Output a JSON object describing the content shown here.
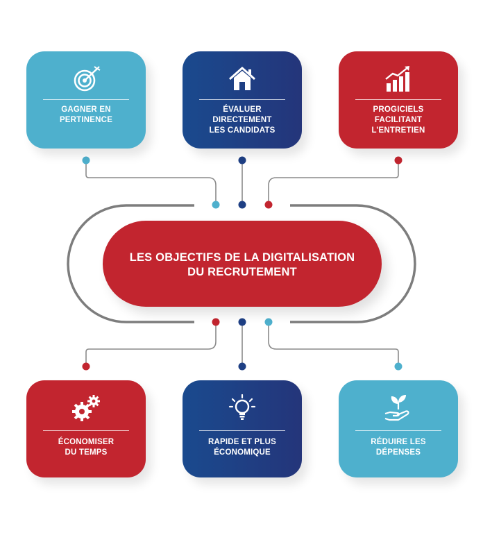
{
  "title": "LES OBJECTIFS DE LA DIGITALISATION\nDU RECRUTEMENT",
  "colors": {
    "red": "#c2252f",
    "navy": "#1e3f84",
    "teal": "#4eb0cd",
    "connector": "#8a8a8a"
  },
  "objectives_top": [
    {
      "label": "GAGNER EN\nPERTINENCE",
      "icon": "target-icon",
      "color": "#4eb0cd"
    },
    {
      "label": "ÉVALUER\nDIRECTEMENT\nLES CANDIDATS",
      "icon": "house-icon",
      "color": "#1e3f84"
    },
    {
      "label": "PROGICIELS\nFACILITANT\nL’ENTRETIEN",
      "icon": "growth-chart-icon",
      "color": "#c2252f"
    }
  ],
  "objectives_bottom": [
    {
      "label": "ÉCONOMISER\nDU TEMPS",
      "icon": "gears-icon",
      "color": "#c2252f"
    },
    {
      "label": "RAPIDE ET PLUS\nÉCONOMIQUE",
      "icon": "lightbulb-icon",
      "color": "#1e3f84"
    },
    {
      "label": "RÉDUIRE LES\nDÉPENSES",
      "icon": "hand-plant-icon",
      "color": "#4eb0cd"
    }
  ]
}
